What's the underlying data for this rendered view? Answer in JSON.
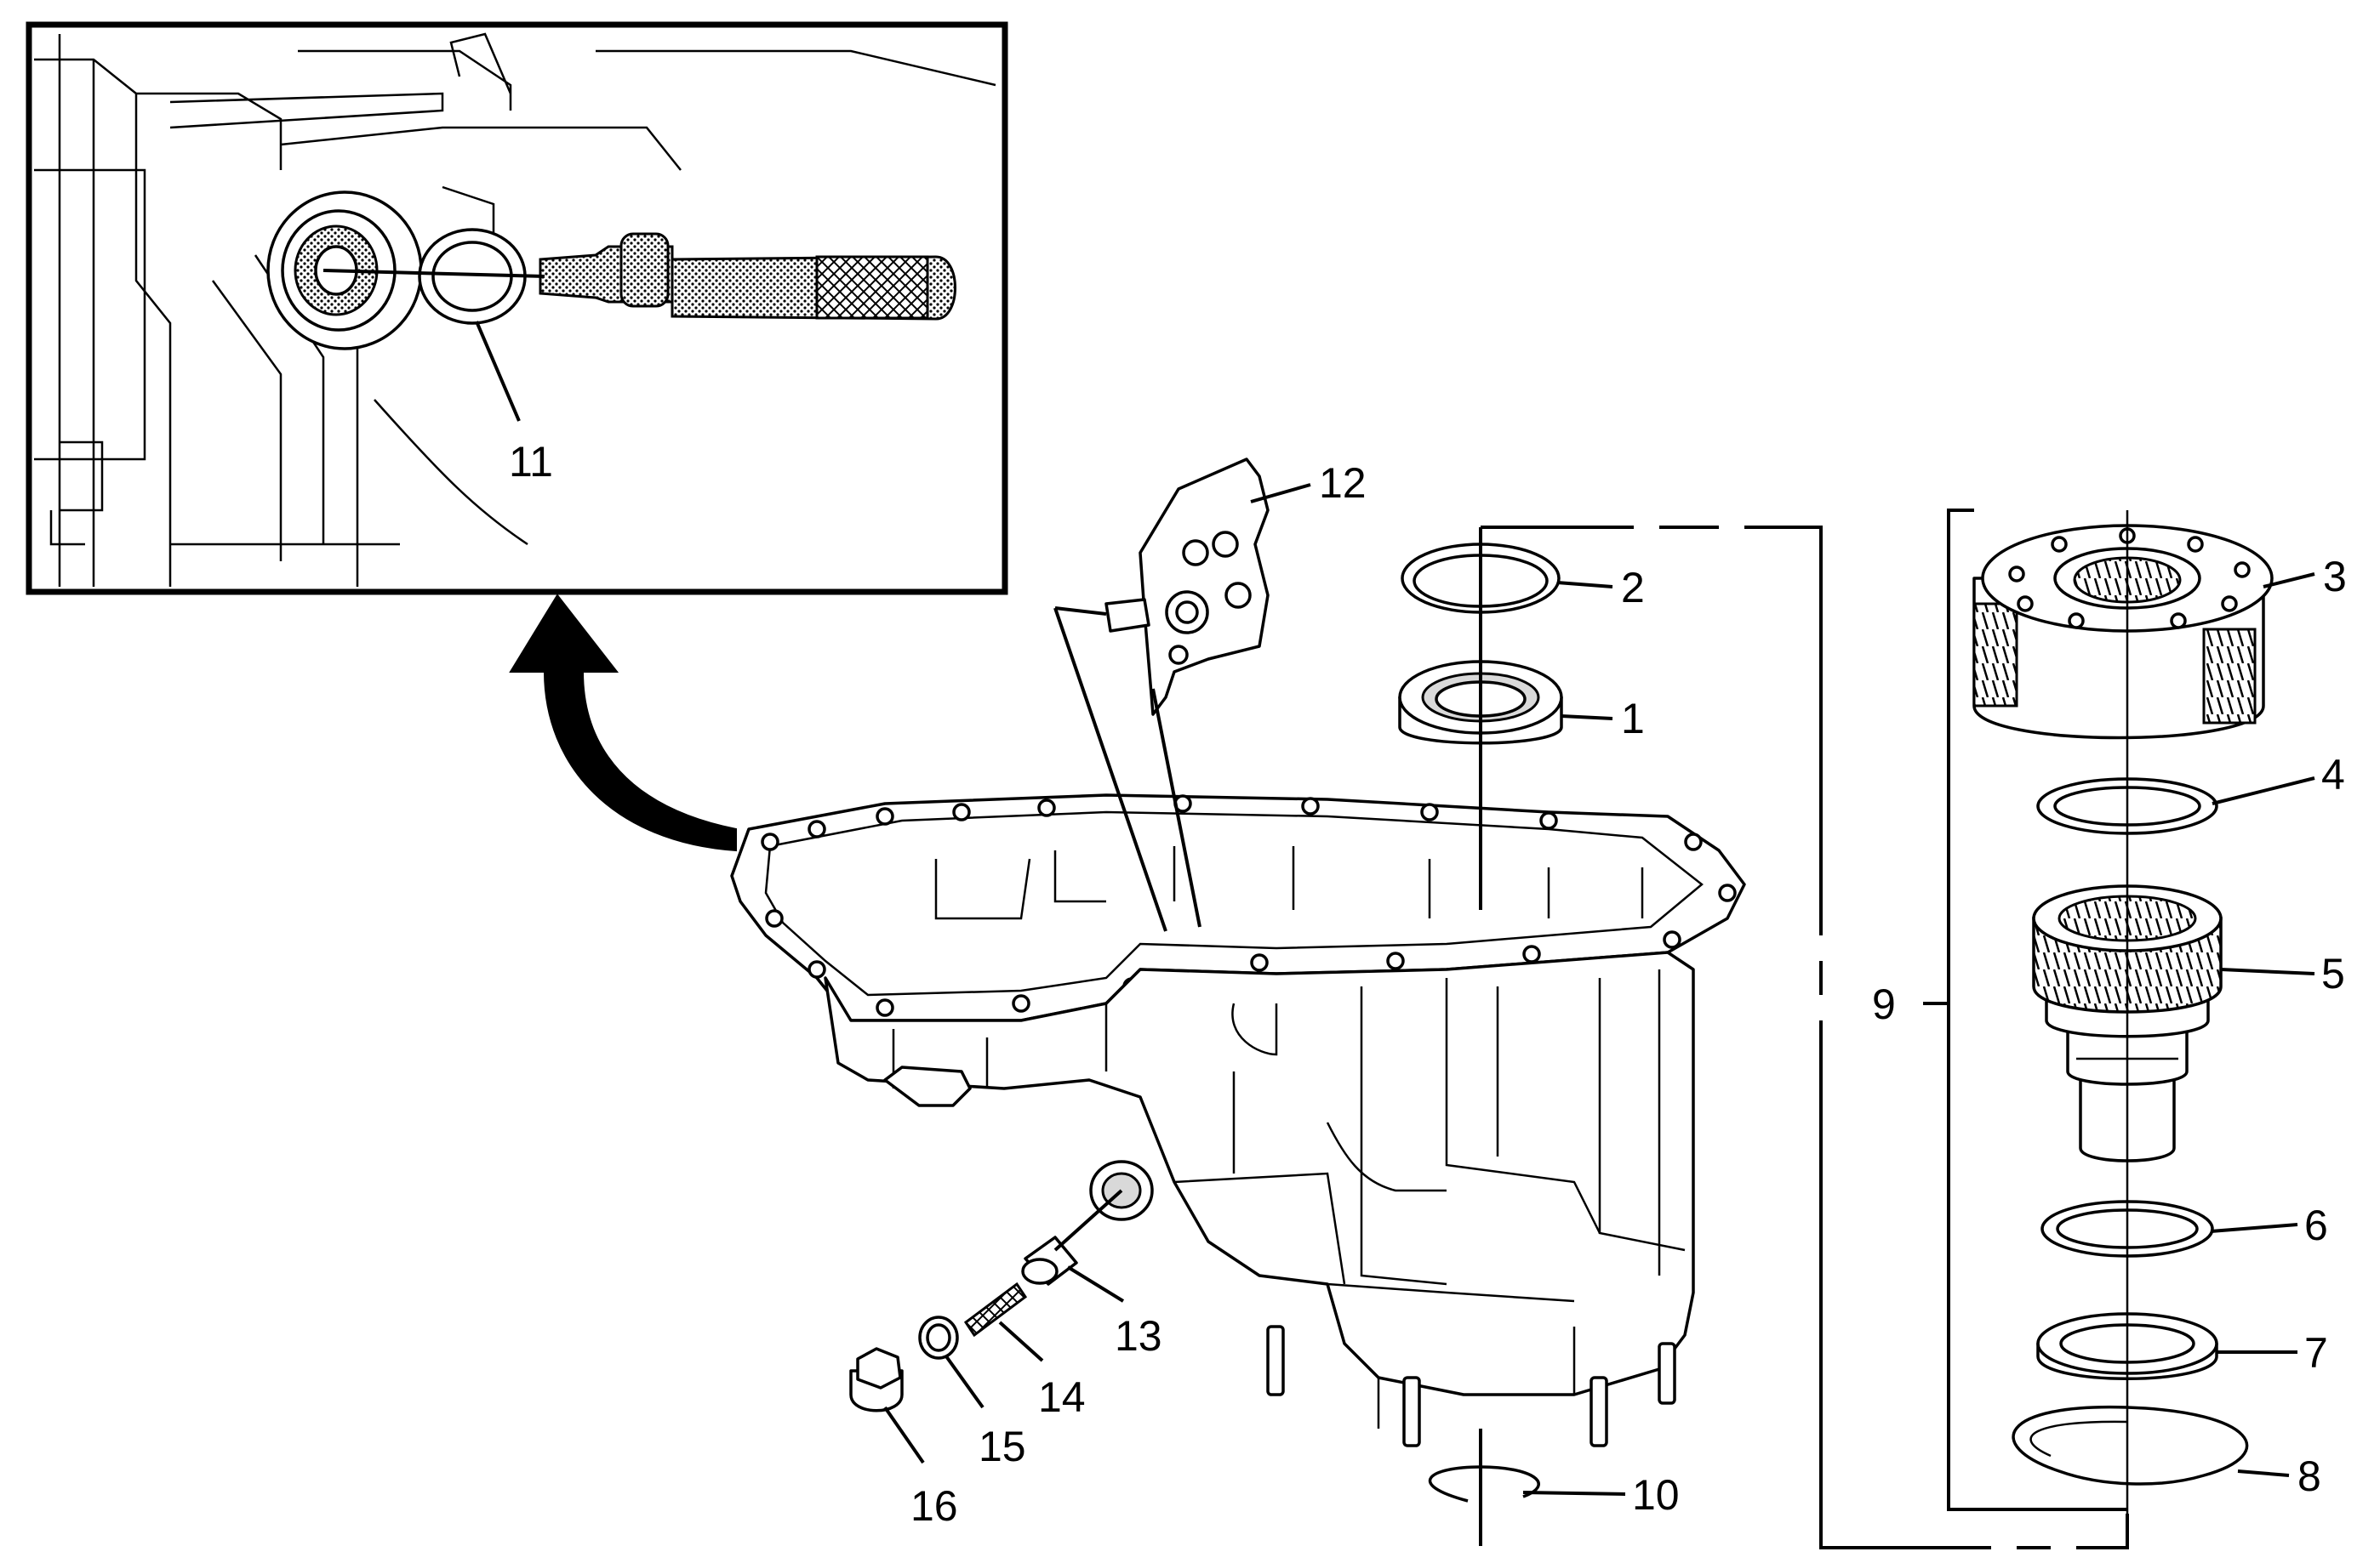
{
  "figure": {
    "callouts": [
      {
        "id": "c1",
        "label": "1"
      },
      {
        "id": "c2",
        "label": "2"
      },
      {
        "id": "c3",
        "label": "3"
      },
      {
        "id": "c4",
        "label": "4"
      },
      {
        "id": "c5",
        "label": "5"
      },
      {
        "id": "c6",
        "label": "6"
      },
      {
        "id": "c7",
        "label": "7"
      },
      {
        "id": "c8",
        "label": "8"
      },
      {
        "id": "c9",
        "label": "9"
      },
      {
        "id": "c10",
        "label": "10"
      },
      {
        "id": "c11",
        "label": "11"
      },
      {
        "id": "c12",
        "label": "12"
      },
      {
        "id": "c13",
        "label": "13"
      },
      {
        "id": "c14",
        "label": "14"
      },
      {
        "id": "c15",
        "label": "15"
      },
      {
        "id": "c16",
        "label": "16"
      }
    ]
  }
}
